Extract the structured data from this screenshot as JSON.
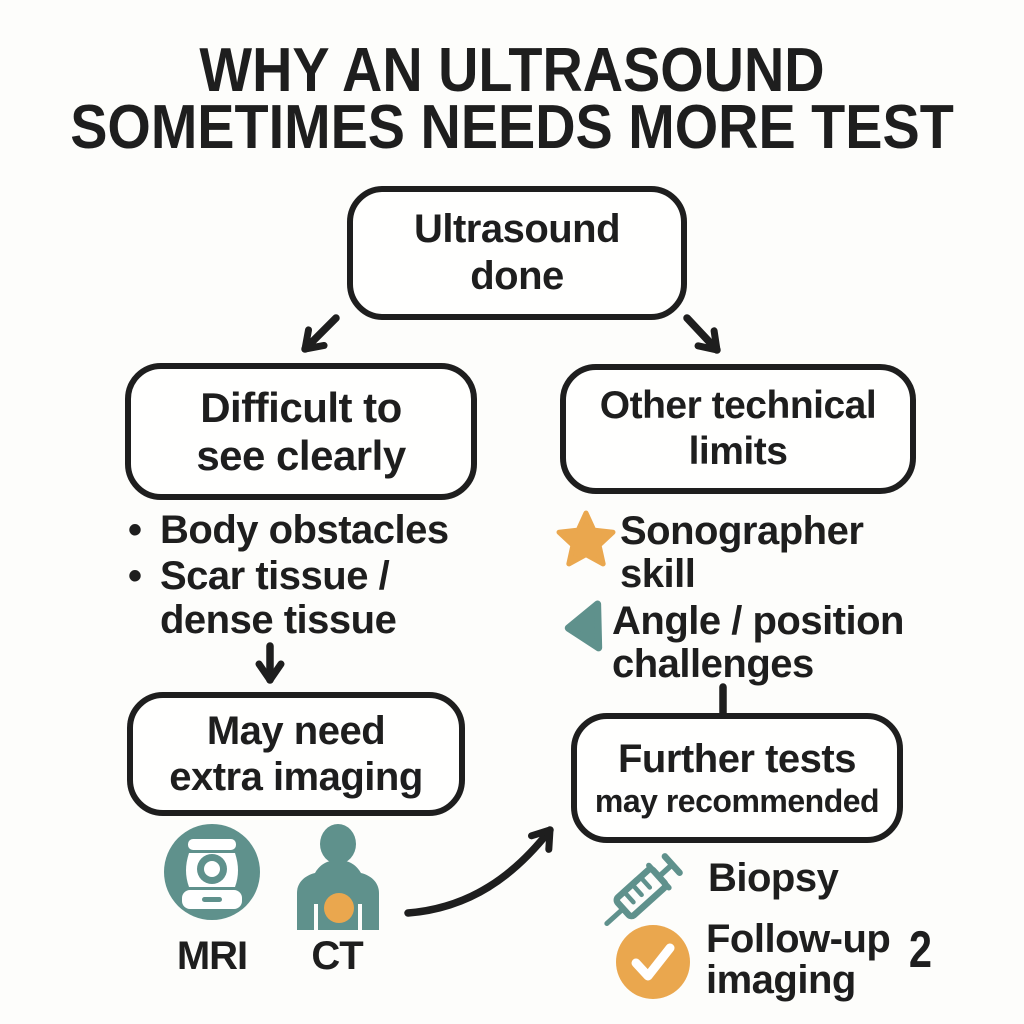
{
  "page": {
    "number": "2"
  },
  "colors": {
    "ink": "#1e1e1e",
    "teal": "#5f918c",
    "orange": "#eaa74e",
    "background": "#fdfdfb"
  },
  "bullet_char": "•",
  "title": {
    "line1": "WHY AN ULTRASOUND",
    "line2": "SOMETIMES NEEDS MORE TEST"
  },
  "flow": {
    "root": {
      "line1": "Ultrasound",
      "line2": "done"
    },
    "left_branch": {
      "box": {
        "line1": "Difficult to",
        "line2": "see clearly"
      },
      "bullets": [
        {
          "lines": [
            "Body obstacles",
            ""
          ]
        },
        {
          "lines": [
            "Scar tissue /",
            "dense tissue"
          ]
        }
      ],
      "result_box": {
        "line1": "May need",
        "line2": "extra imaging"
      },
      "imaging_options": [
        {
          "icon": "mri-scanner-icon",
          "label": "MRI"
        },
        {
          "icon": "ct-scan-person-icon",
          "label": "CT"
        }
      ]
    },
    "right_branch": {
      "box": {
        "line1": "Other technical",
        "line2": "limits"
      },
      "items": [
        {
          "icon": "star-icon",
          "line1": "Sonographer",
          "line2": "skill"
        },
        {
          "icon": "triangle-pointer-icon",
          "line1": "Angle / position",
          "line2": "challenges"
        }
      ],
      "result_box": {
        "line1": "Further tests",
        "line2": "may recommended"
      },
      "next_steps": [
        {
          "icon": "syringe-icon",
          "line1": "Biopsy",
          "line2": ""
        },
        {
          "icon": "check-circle-icon",
          "line1": "Follow-up",
          "line2": "imaging"
        }
      ]
    }
  }
}
